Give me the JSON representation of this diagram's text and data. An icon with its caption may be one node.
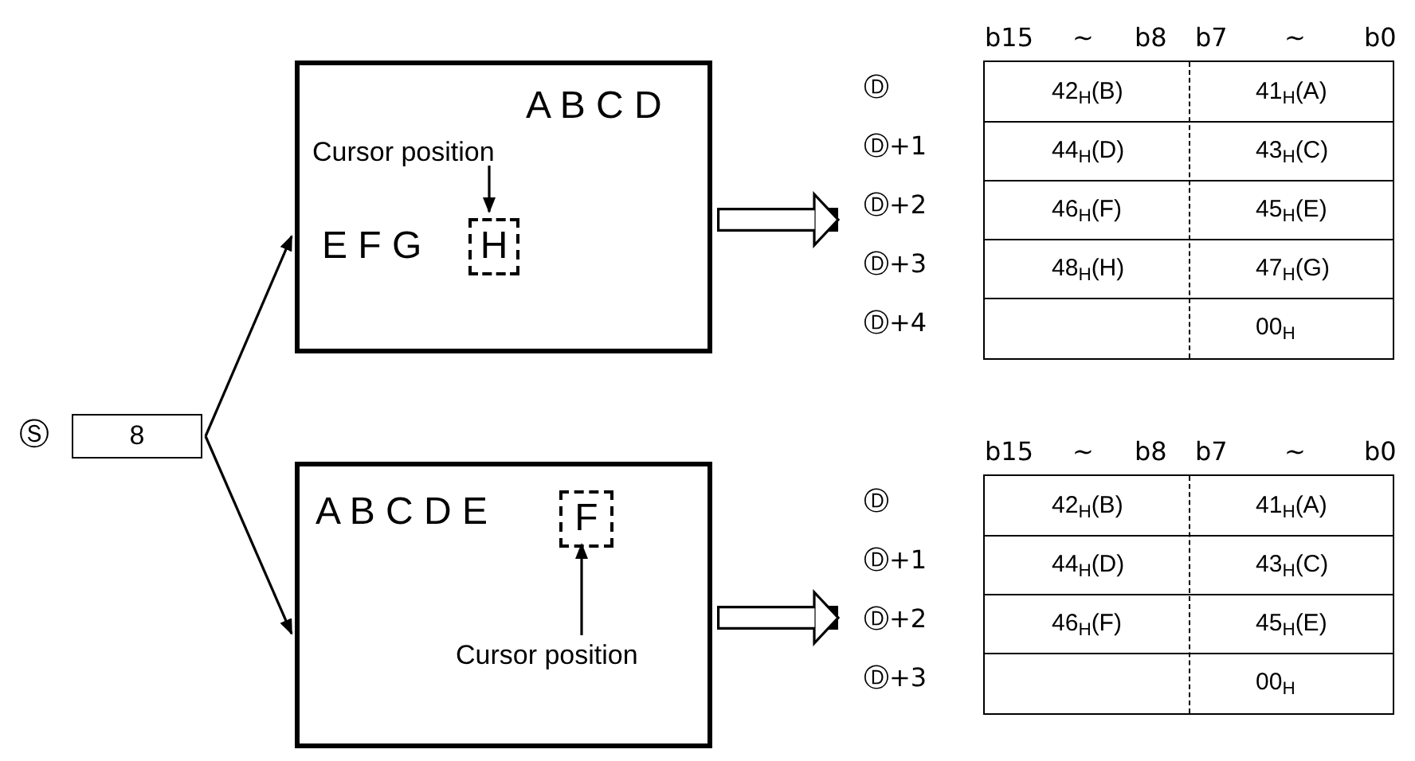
{
  "diagram": {
    "nodes": [
      {
        "text": [
          "8"
        ],
        "beside": [
          "Ⓢ"
        ]
      },
      {
        "text": [
          "A B C D",
          "E F G"
        ]
      },
      {
        "text": [
          "Cursor position"
        ],
        "in": 1
      },
      {
        "text": [
          "H"
        ],
        "in": 1
      },
      {
        "text": [],
        "shape": "box"
      },
      {
        "text": [
          "A B C D E"
        ]
      },
      {
        "text": [
          "F"
        ],
        "in": 5
      },
      {
        "text": [
          "Cursor position"
        ],
        "in": 5
      },
      {
        "text": [],
        "shape": "box"
      }
    ],
    "edges": [
      {
        "from": 0,
        "to": 1,
        "arrow": "to"
      },
      {
        "from": 0,
        "to": 5,
        "arrow": "to"
      },
      {
        "from": 2,
        "to": 3,
        "arrow": "to"
      },
      {
        "from": 7,
        "to": 6,
        "arrow": "to"
      },
      {
        "from": 1,
        "to": 4,
        "arrow": "to",
        "style": "thick"
      },
      {
        "from": 5,
        "to": 8,
        "arrow": "to",
        "style": "thick"
      }
    ],
    "labels": [
      "b15",
      "∼",
      "b8",
      "b7",
      "∼",
      "b0",
      "Ⓓ",
      "42$_{H}$(B)",
      "41$_{H}$(A)",
      "Ⓓ+1",
      "44$_{H}$(D)",
      "43$_{H}$(C)",
      "Ⓓ+2",
      "46$_{H}$(F)",
      "45$_{H}$(E)",
      "Ⓓ+3",
      "48$_{H}$(H)",
      "47$_{H}$(G)",
      "Ⓓ+4",
      "00$_{H}$",
      "b15",
      "∼",
      "b8",
      "b7",
      "∼",
      "b0",
      "Ⓓ",
      "42$_{H}$(B)",
      "41$_{H}$(A)",
      "Ⓓ+1",
      "44$_{H}$(D)",
      "43$_{H}$(C)",
      "Ⓓ+2",
      "46$_{H}$(F)",
      "45$_{H}$(E)",
      "Ⓓ+3",
      "00$_{H}$"
    ]
  }
}
